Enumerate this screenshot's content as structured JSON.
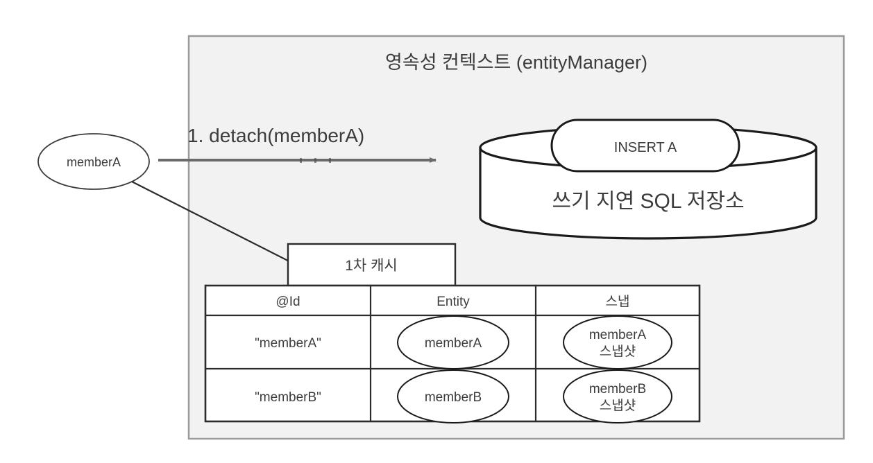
{
  "diagram": {
    "type": "flow-diagram",
    "background_color": "#ffffff",
    "container": {
      "title": "영속성 컨텍스트 (entityManager)",
      "fill_color": "#f2f2f2",
      "border_color": "#9a9a9a"
    },
    "external_entity": {
      "label": "memberA"
    },
    "action_arrow": {
      "label": "1. detach(memberA)"
    },
    "sql_store": {
      "label": "쓰기 지연 SQL 저장소",
      "highlight_color": "#eceff1",
      "queued_statement": "INSERT A"
    },
    "cache": {
      "tab_label": "1차 캐시",
      "columns": [
        "@Id",
        "Entity",
        "스냅"
      ],
      "rows": [
        {
          "id": "\"memberA\"",
          "entity": "memberA",
          "snapshot_line1": "memberA",
          "snapshot_line2": "스냅샷"
        },
        {
          "id": "\"memberB\"",
          "entity": "memberB",
          "snapshot_line1": "memberB",
          "snapshot_line2": "스냅샷"
        }
      ]
    },
    "colors": {
      "stroke": "#1a1a1a",
      "text": "#3c3c3c",
      "arrow": "#6b6b6b",
      "thin_stroke": "#2b2b2b"
    }
  }
}
